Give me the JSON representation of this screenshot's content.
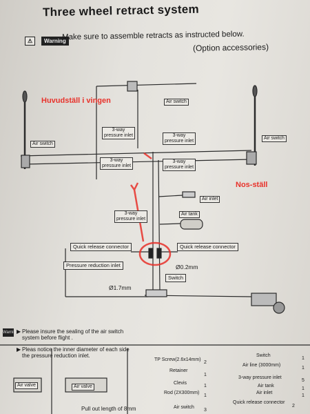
{
  "document": {
    "title": "Three wheel retract system",
    "warning_badge": "Warning",
    "warning_text": "Make sure to assemble retracts as instructed below.",
    "warning_sub": "(Option accessories)"
  },
  "handwritten": {
    "left": "Huvudställ i vingen",
    "right": "Nos-ställ"
  },
  "labels": {
    "air_switch_top": "Air switch",
    "air_switch_left": "Air switch",
    "air_switch_right": "Air switch",
    "inlet_upper_left": "3-way\npressure inlet",
    "inlet_upper_right": "3-way\npressure inlet",
    "inlet_lower_left": "3-way\npressure inlet",
    "inlet_lower_right": "3-way\npressure inlet",
    "air_inlet": "Air inlet",
    "air_tank": "Air tank",
    "inlet_middle": "3-way\npressure inlet",
    "qrc_left": "Quick release connector",
    "qrc_right": "Quick release connector",
    "pressure_reduction": "Pressure reduction inlet",
    "dia_small": "Ø0.2mm",
    "switch": "Switch",
    "dia_large": "Ø1.7mm"
  },
  "notes": {
    "badge": "Warning",
    "note1": "Please insure the sealing of the air switch system before flight .",
    "note2": "Pleas notice the inner diameter of each side the pressure reduction inlet."
  },
  "parts": {
    "left_col": [
      {
        "name": "TP Screw(2.6x14mm)",
        "qty": "2"
      },
      {
        "name": "Retainer",
        "qty": "1"
      },
      {
        "name": "Clevis",
        "qty": "1"
      },
      {
        "name": "Rod (2X300mm)",
        "qty": "1"
      },
      {
        "name": "Air switch",
        "qty": "3"
      }
    ],
    "right_col": [
      {
        "name": "Switch",
        "qty": "1"
      },
      {
        "name": "Air line (3000mm)",
        "qty": "1"
      },
      {
        "name": "3-way pressure inlet",
        "qty": "5"
      },
      {
        "name": "Air tank",
        "qty": "1"
      },
      {
        "name": "Air inlet",
        "qty": "1"
      },
      {
        "name": "Quick release connector",
        "qty": "2"
      }
    ]
  },
  "bottom": {
    "air_valve_1": "Air valve",
    "air_valve_2": "Air valve",
    "pull_out": "Pull out length of 8mm"
  },
  "colors": {
    "ink": "#1a1a1a",
    "marker_red": "#e8312a",
    "paper": "#e6e4df"
  }
}
